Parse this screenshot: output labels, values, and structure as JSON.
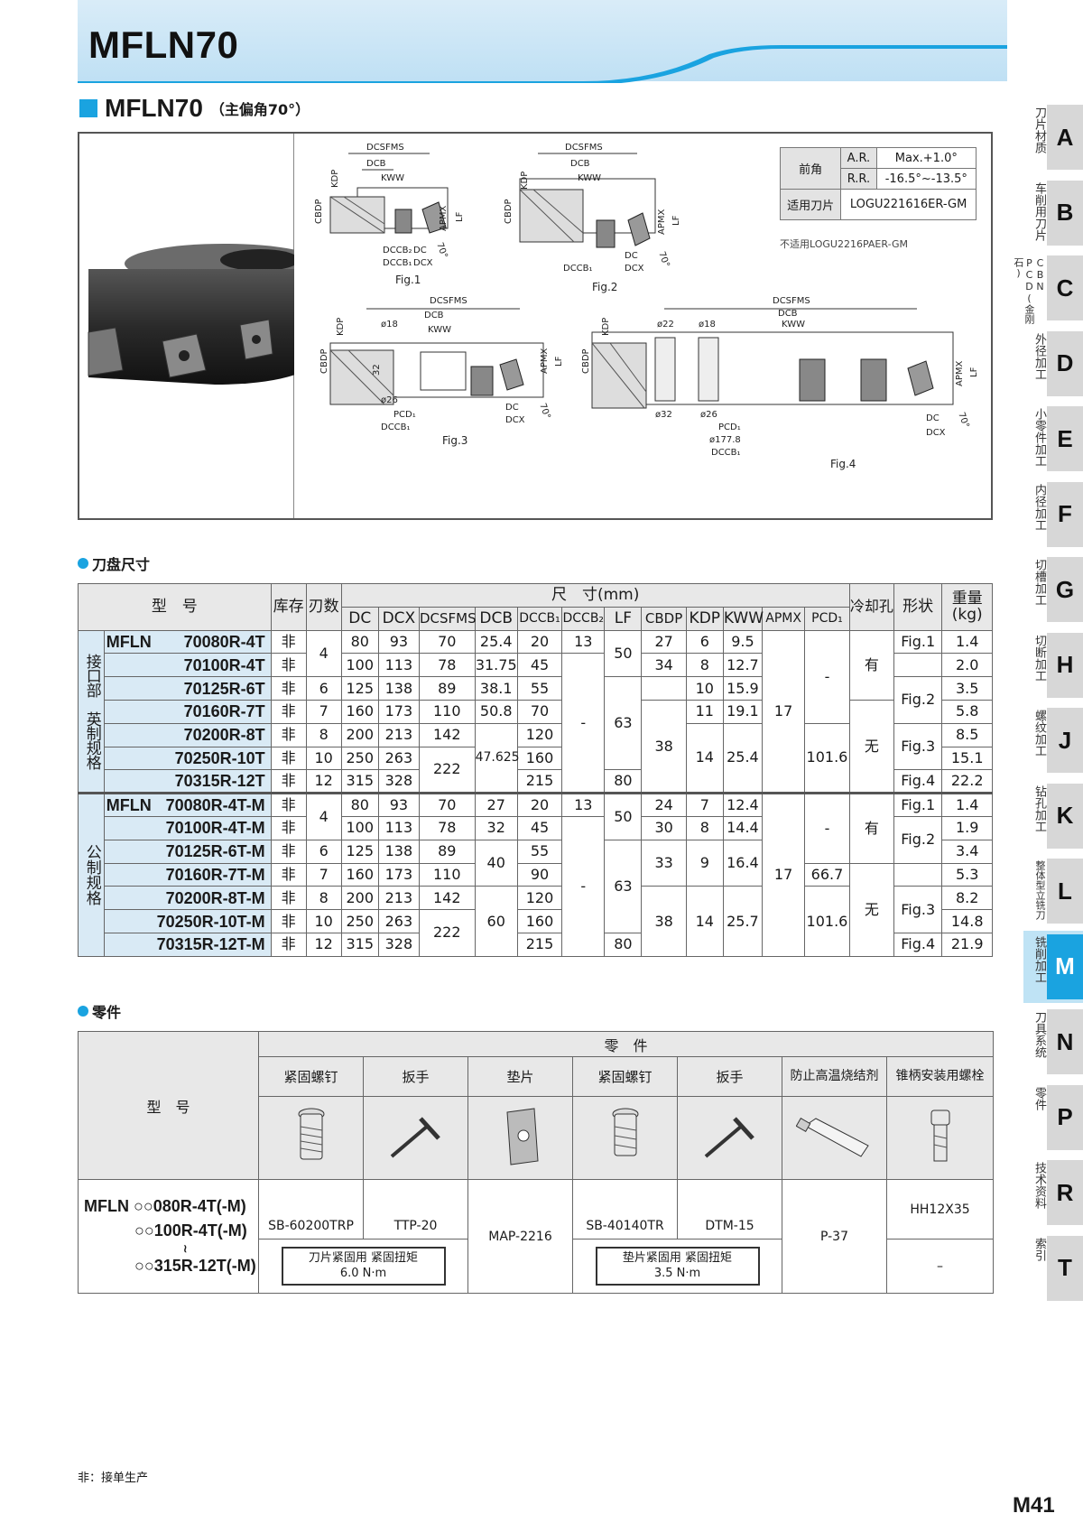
{
  "header": {
    "title": "MFLN70"
  },
  "section": {
    "name": "MFLN70",
    "subtitle": "（主偏角70°）"
  },
  "figures": {
    "labels": [
      "Fig.1",
      "Fig.2",
      "Fig.3",
      "Fig.4"
    ],
    "dims": {
      "dcsfms": "DCSFMS",
      "dcb": "DCB",
      "kww": "KWW",
      "kdp": "KDP",
      "cbdp": "CBDP",
      "apmx": "APMX",
      "lf": "LF",
      "dc": "DC",
      "dcx": "DCX",
      "dccb1": "DCCB₁",
      "dccb2": "DCCB₂",
      "pcd1": "PCD₁",
      "angle": "70°",
      "d18": "ø18",
      "d22": "ø22",
      "d26": "ø26",
      "d32": "ø32",
      "d1778": "ø177.8",
      "n32": "32"
    }
  },
  "spec": {
    "rake_label": "前角",
    "ar_label": "A.R.",
    "ar_value": "Max.+1.0°",
    "rr_label": "R.R.",
    "rr_value": "-16.5°~-13.5°",
    "insert_label": "适用刀片",
    "insert_value": "LOGU221616ER-GM",
    "note": "不适用LOGU2216PAER-GM"
  },
  "dim_table": {
    "section_title": "刀盘尺寸",
    "headers": {
      "model": "型　号",
      "stock": "库存",
      "teeth": "刃数",
      "size": "尺　寸(mm)",
      "coolant": "冷却孔",
      "shape": "形状",
      "weight": "重量(kg)"
    },
    "cols": [
      "DC",
      "DCX",
      "DCSFMS",
      "DCB",
      "DCCB₁",
      "DCCB₂",
      "LF",
      "CBDP",
      "KDP",
      "KWW",
      "APMX",
      "PCD₁"
    ],
    "groups": [
      {
        "label": "接口部　英制规格"
      },
      {
        "label": "公制规格"
      }
    ],
    "prefix": "MFLN",
    "rows": [
      [
        "70080R-4T",
        "非",
        "4",
        "80",
        "93",
        "70",
        "25.4",
        "20",
        "13",
        "50",
        "27",
        "6",
        "9.5",
        "17",
        "-",
        "有",
        "Fig.1",
        "1.4"
      ],
      [
        "70100R-4T",
        "非",
        "",
        "100",
        "113",
        "78",
        "31.75",
        "45",
        "",
        "",
        "34",
        "8",
        "12.7",
        "",
        "",
        "",
        "",
        "2.0"
      ],
      [
        "70125R-6T",
        "非",
        "6",
        "125",
        "138",
        "89",
        "38.1",
        "55",
        "-",
        "63",
        "",
        "10",
        "15.9",
        "",
        "",
        "",
        "Fig.2",
        "3.5"
      ],
      [
        "70160R-7T",
        "非",
        "7",
        "160",
        "173",
        "110",
        "50.8",
        "70",
        "",
        "",
        "38",
        "11",
        "19.1",
        "",
        "",
        "无",
        "",
        "5.8"
      ],
      [
        "70200R-8T",
        "非",
        "8",
        "200",
        "213",
        "142",
        "47.625",
        "120",
        "",
        "",
        "",
        "14",
        "25.4",
        "",
        "101.6",
        "",
        "Fig.3",
        "8.5"
      ],
      [
        "70250R-10T",
        "非",
        "10",
        "250",
        "263",
        "222",
        "",
        "160",
        "",
        "",
        "",
        "",
        "",
        "",
        "",
        "",
        "",
        "15.1"
      ],
      [
        "70315R-12T",
        "非",
        "12",
        "315",
        "328",
        "",
        "",
        "215",
        "",
        "80",
        "",
        "",
        "",
        "",
        "",
        "",
        "Fig.4",
        "22.2"
      ],
      [
        "70080R-4T-M",
        "非",
        "4",
        "80",
        "93",
        "70",
        "27",
        "20",
        "13",
        "50",
        "24",
        "7",
        "12.4",
        "17",
        "-",
        "有",
        "Fig.1",
        "1.4"
      ],
      [
        "70100R-4T-M",
        "非",
        "",
        "100",
        "113",
        "78",
        "32",
        "45",
        "",
        "",
        "30",
        "8",
        "14.4",
        "",
        "",
        "",
        "Fig.2",
        "1.9"
      ],
      [
        "70125R-6T-M",
        "非",
        "6",
        "125",
        "138",
        "89",
        "40",
        "55",
        "-",
        "63",
        "33",
        "9",
        "16.4",
        "",
        "",
        "",
        "",
        "3.4"
      ],
      [
        "70160R-7T-M",
        "非",
        "7",
        "160",
        "173",
        "110",
        "",
        "90",
        "",
        "",
        "",
        "",
        "",
        "",
        "66.7",
        "",
        "",
        "5.3"
      ],
      [
        "70200R-8T-M",
        "非",
        "8",
        "200",
        "213",
        "142",
        "60",
        "120",
        "",
        "",
        "38",
        "14",
        "25.7",
        "",
        "101.6",
        "无",
        "Fig.3",
        "8.2"
      ],
      [
        "70250R-10T-M",
        "非",
        "10",
        "250",
        "263",
        "222",
        "",
        "160",
        "",
        "",
        "",
        "",
        "",
        "",
        "",
        "",
        "",
        "14.8"
      ],
      [
        "70315R-12T-M",
        "非",
        "12",
        "315",
        "328",
        "",
        "",
        "215",
        "",
        "80",
        "",
        "",
        "",
        "",
        "",
        "",
        "Fig.4",
        "21.9"
      ]
    ]
  },
  "parts_table": {
    "section_title": "零件",
    "model_header": "型　号",
    "parts_header": "零　件",
    "columns": [
      "紧固螺钉",
      "扳手",
      "垫片",
      "紧固螺钉",
      "扳手",
      "防止高温烧结剂",
      "锥柄安装用螺栓"
    ],
    "model_lines": [
      "MFLN ○○080R-4T(-M)",
      "○○100R-4T(-M)",
      "≀",
      "○○315R-12T(-M)"
    ],
    "values": [
      "SB-60200TRP",
      "TTP-20",
      "MAP-2216",
      "SB-40140TR",
      "DTM-15",
      "P-37",
      "HH12X35",
      "–"
    ],
    "torque1": "刀片紧固用 紧固扭矩\n6.0 N·m",
    "torque2": "垫片紧固用 紧固扭矩\n3.5 N·m",
    "torque1_a": "刀片紧固用 紧固扭矩",
    "torque1_b": "6.0 N·m",
    "torque2_a": "垫片紧固用 紧固扭矩",
    "torque2_b": "3.5 N·m"
  },
  "tabs": [
    {
      "label": "刀片材质",
      "letter": "A"
    },
    {
      "label": "车削用刀片",
      "letter": "B"
    },
    {
      "label": "CBN PCD(金刚石)",
      "letter": "C"
    },
    {
      "label": "外径加工",
      "letter": "D"
    },
    {
      "label": "小零件加工",
      "letter": "E"
    },
    {
      "label": "内径加工",
      "letter": "F"
    },
    {
      "label": "切槽加工",
      "letter": "G"
    },
    {
      "label": "切断加工",
      "letter": "H"
    },
    {
      "label": "螺纹加工",
      "letter": "J"
    },
    {
      "label": "钻孔加工",
      "letter": "K"
    },
    {
      "label": "整体型立铣刀",
      "letter": "L"
    },
    {
      "label": "铣削加工",
      "letter": "M",
      "active": true
    },
    {
      "label": "刀具系统",
      "letter": "N"
    },
    {
      "label": "零件",
      "letter": "P"
    },
    {
      "label": "技术资料",
      "letter": "R"
    },
    {
      "label": "索引",
      "letter": "T"
    }
  ],
  "footer": {
    "note": "非：接单生产",
    "page": "M41"
  },
  "colors": {
    "accent": "#1aa3e0",
    "light_blue": "#d9eaf5",
    "header_bg": "#bfe0f4"
  }
}
